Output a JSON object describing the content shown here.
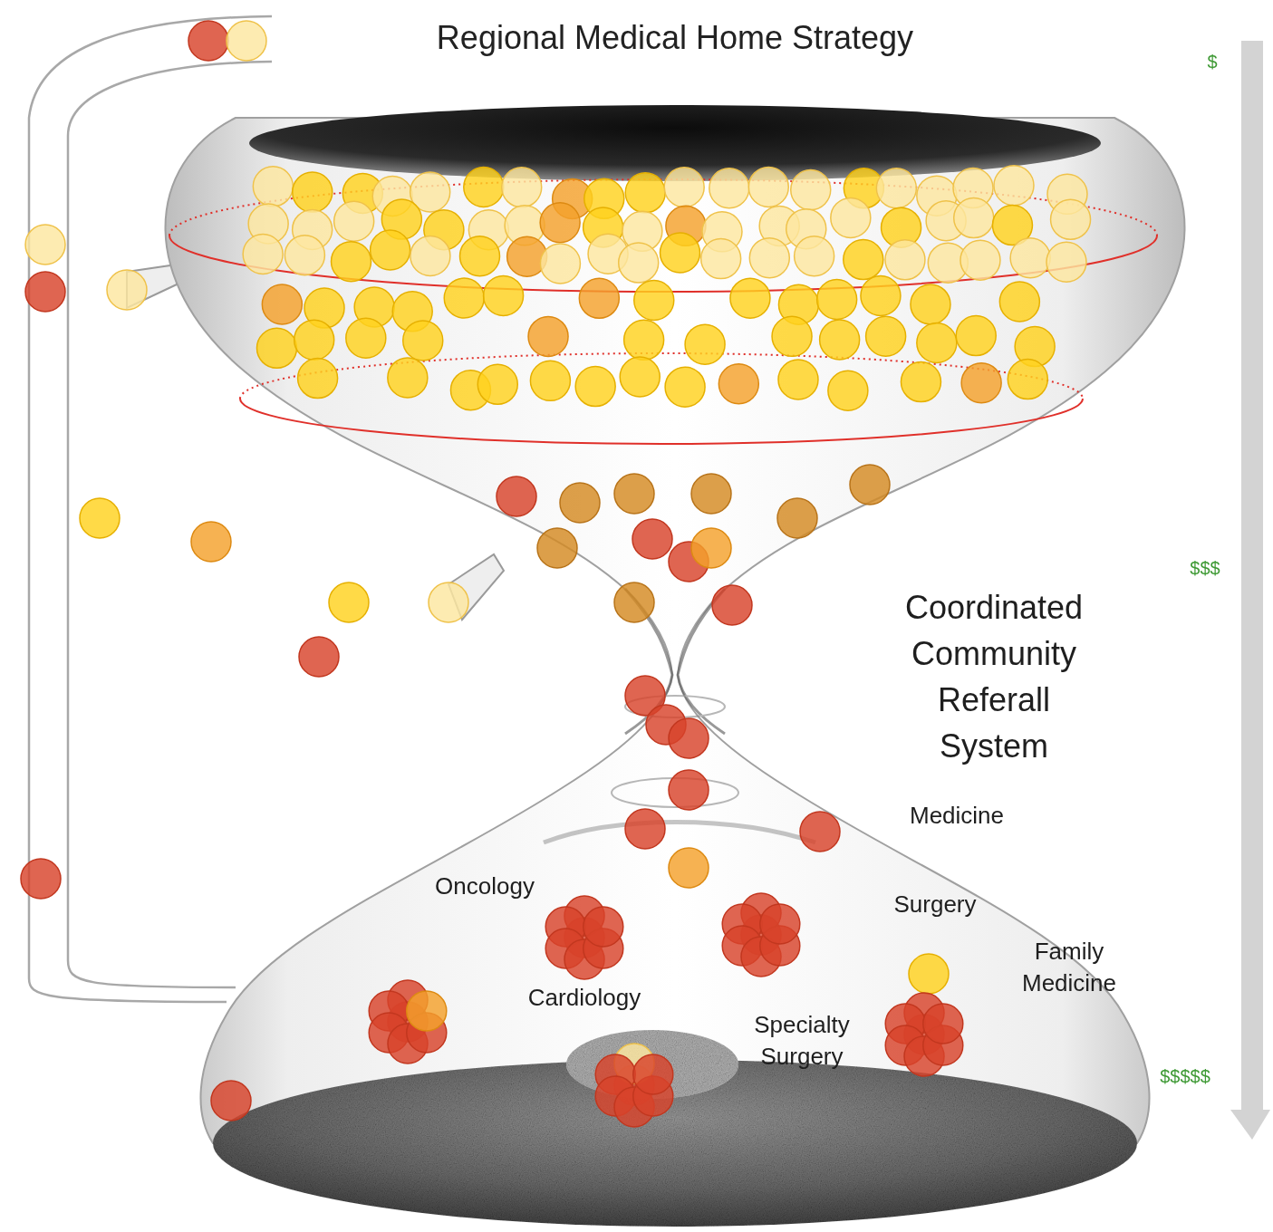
{
  "diagram": {
    "title": "Regional Medical Home Strategy",
    "labels": [
      "Coordinated Community Referall System",
      "Medicine",
      "Oncology",
      "Surgery",
      "Family Medicine",
      "Cardiology",
      "Specialty Surgery",
      "$",
      "$$$",
      "$$$$$"
    ]
  }
}
